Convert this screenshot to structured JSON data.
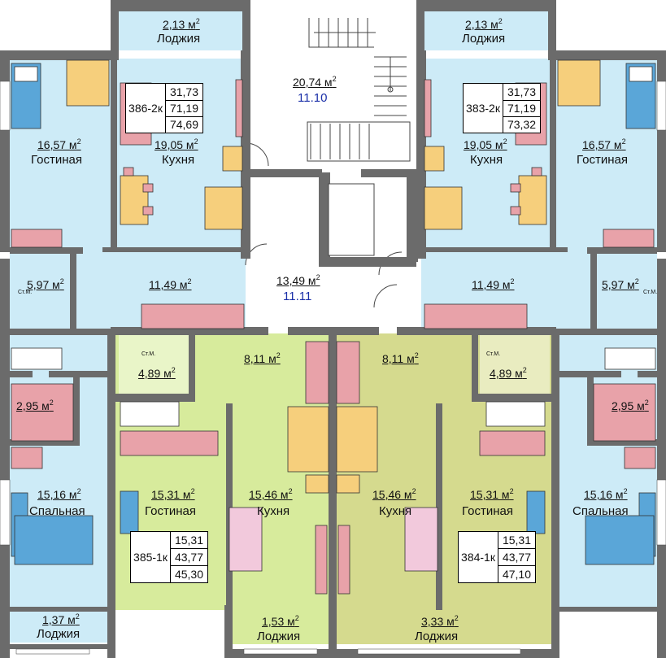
{
  "rooms": [
    {
      "id": "loggia-tl",
      "area": "2,13 м",
      "name": "Лоджия"
    },
    {
      "id": "loggia-tr",
      "area": "2,13 м",
      "name": "Лоджия"
    },
    {
      "id": "stair-top",
      "area": "20,74 м",
      "level": "11.10"
    },
    {
      "id": "living-tl",
      "area": "16,57 м",
      "name": "Гостиная"
    },
    {
      "id": "kitchen-tl",
      "area": "19,05 м",
      "name": "Кухня"
    },
    {
      "id": "kitchen-tr",
      "area": "19,05 м",
      "name": "Кухня"
    },
    {
      "id": "living-tr",
      "area": "16,57 м",
      "name": "Гостиная"
    },
    {
      "id": "bath-l",
      "area": "5,97 м"
    },
    {
      "id": "hall-l",
      "area": "11,49 м"
    },
    {
      "id": "lobby",
      "area": "13,49 м",
      "level": "11.11"
    },
    {
      "id": "hall-r",
      "area": "11,49 м"
    },
    {
      "id": "bath-r",
      "area": "5,97 м"
    },
    {
      "id": "hall-cl",
      "area": "8,11 м"
    },
    {
      "id": "hall-cr",
      "area": "8,11 м"
    },
    {
      "id": "wc-cl",
      "area": "4,89 м"
    },
    {
      "id": "wc-cr",
      "area": "4,89 м"
    },
    {
      "id": "closet-l",
      "area": "2,95 м"
    },
    {
      "id": "closet-r",
      "area": "2,95 м"
    },
    {
      "id": "bed-l",
      "area": "15,16 м",
      "name": "Спальная"
    },
    {
      "id": "living-cl",
      "area": "15,31 м",
      "name": "Гостиная"
    },
    {
      "id": "kitchen-cl",
      "area": "15,46 м",
      "name": "Кухня"
    },
    {
      "id": "kitchen-cr",
      "area": "15,46 м",
      "name": "Кухня"
    },
    {
      "id": "living-cr",
      "area": "15,31 м",
      "name": "Гостиная"
    },
    {
      "id": "bed-r",
      "area": "15,16 м",
      "name": "Спальная"
    },
    {
      "id": "loggia-bl",
      "area": "1,37 м",
      "name": "Лоджия"
    },
    {
      "id": "loggia-bc",
      "area": "1,53 м",
      "name": "Лоджия"
    },
    {
      "id": "loggia-br",
      "area": "3,33 м",
      "name": "Лоджия"
    }
  ],
  "area_unit_sup": "2",
  "apartments": [
    {
      "id": "apt-386",
      "code": "386-2к",
      "values": [
        "31,73",
        "71,19",
        "74,69"
      ]
    },
    {
      "id": "apt-383",
      "code": "383-2к",
      "values": [
        "31,73",
        "71,19",
        "73,32"
      ]
    },
    {
      "id": "apt-385",
      "code": "385-1к",
      "values": [
        "15,31",
        "43,77",
        "45,30"
      ]
    },
    {
      "id": "apt-384",
      "code": "384-1к",
      "values": [
        "15,31",
        "43,77",
        "47,10"
      ]
    }
  ],
  "fixture_labels": [
    "Ст.М.",
    "Ст.М.",
    "Ст.М.",
    "Ст.М."
  ],
  "colors": {
    "blue": "#cdebf7",
    "green": "#d7eb9c",
    "olive": "#d5da8e",
    "wall": "#6b6b6b",
    "furniture_pink": "#e8a2a9",
    "furniture_orange": "#f6cf7c",
    "furniture_blue": "#5aa6d8"
  }
}
